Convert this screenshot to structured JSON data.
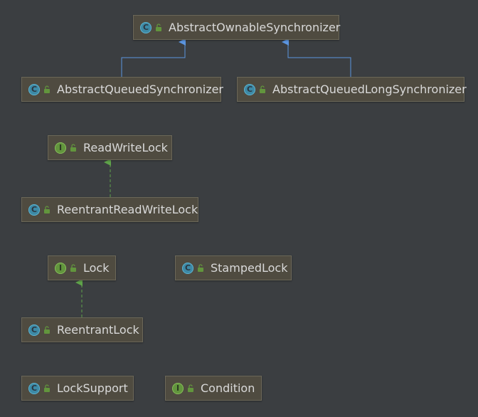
{
  "colors": {
    "background": "#3b3e41",
    "node_fill": "#4f4b40",
    "node_border": "#6b6758",
    "class_badge": "#3d8aa6",
    "interface_badge": "#62953d",
    "extends_edge": "#5b95e0",
    "implements_edge": "#5fa34a",
    "text": "#d9d9d9"
  },
  "nodes": {
    "abstract_ownable_synchronizer": {
      "kind": "class",
      "badge": "C",
      "name": "AbstractOwnableSynchronizer",
      "icon": "class-icon"
    },
    "abstract_queued_synchronizer": {
      "kind": "class",
      "badge": "C",
      "name": "AbstractQueuedSynchronizer",
      "icon": "class-icon"
    },
    "abstract_queued_long_synchronizer": {
      "kind": "class",
      "badge": "C",
      "name": "AbstractQueuedLongSynchronizer",
      "icon": "class-icon"
    },
    "read_write_lock": {
      "kind": "interface",
      "badge": "I",
      "name": "ReadWriteLock",
      "icon": "interface-icon"
    },
    "reentrant_read_write_lock": {
      "kind": "class",
      "badge": "C",
      "name": "ReentrantReadWriteLock",
      "icon": "class-icon"
    },
    "lock": {
      "kind": "interface",
      "badge": "I",
      "name": "Lock",
      "icon": "interface-icon"
    },
    "stamped_lock": {
      "kind": "class",
      "badge": "C",
      "name": "StampedLock",
      "icon": "class-icon"
    },
    "reentrant_lock": {
      "kind": "class",
      "badge": "C",
      "name": "ReentrantLock",
      "icon": "class-icon"
    },
    "lock_support": {
      "kind": "class",
      "badge": "C",
      "name": "LockSupport",
      "icon": "class-icon"
    },
    "condition": {
      "kind": "interface",
      "badge": "I",
      "name": "Condition",
      "icon": "interface-icon"
    }
  },
  "edges": [
    {
      "from": "abstract_queued_synchronizer",
      "to": "abstract_ownable_synchronizer",
      "type": "extends"
    },
    {
      "from": "abstract_queued_long_synchronizer",
      "to": "abstract_ownable_synchronizer",
      "type": "extends"
    },
    {
      "from": "reentrant_read_write_lock",
      "to": "read_write_lock",
      "type": "implements"
    },
    {
      "from": "reentrant_lock",
      "to": "lock",
      "type": "implements"
    }
  ]
}
